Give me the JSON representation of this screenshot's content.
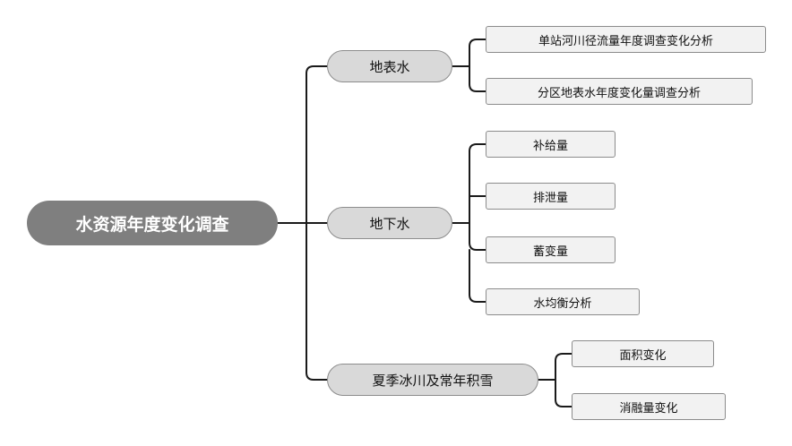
{
  "root": {
    "label": "水资源年度变化调查"
  },
  "branches": [
    {
      "label": "地表水",
      "children": [
        "单站河川径流量年度调查变化分析",
        "分区地表水年度变化量调查分析"
      ]
    },
    {
      "label": "地下水",
      "children": [
        "补给量",
        "排泄量",
        "蓄变量",
        "水均衡分析"
      ]
    },
    {
      "label": "夏季冰川及常年积雪",
      "children": [
        "面积变化",
        "消融量变化"
      ]
    }
  ]
}
